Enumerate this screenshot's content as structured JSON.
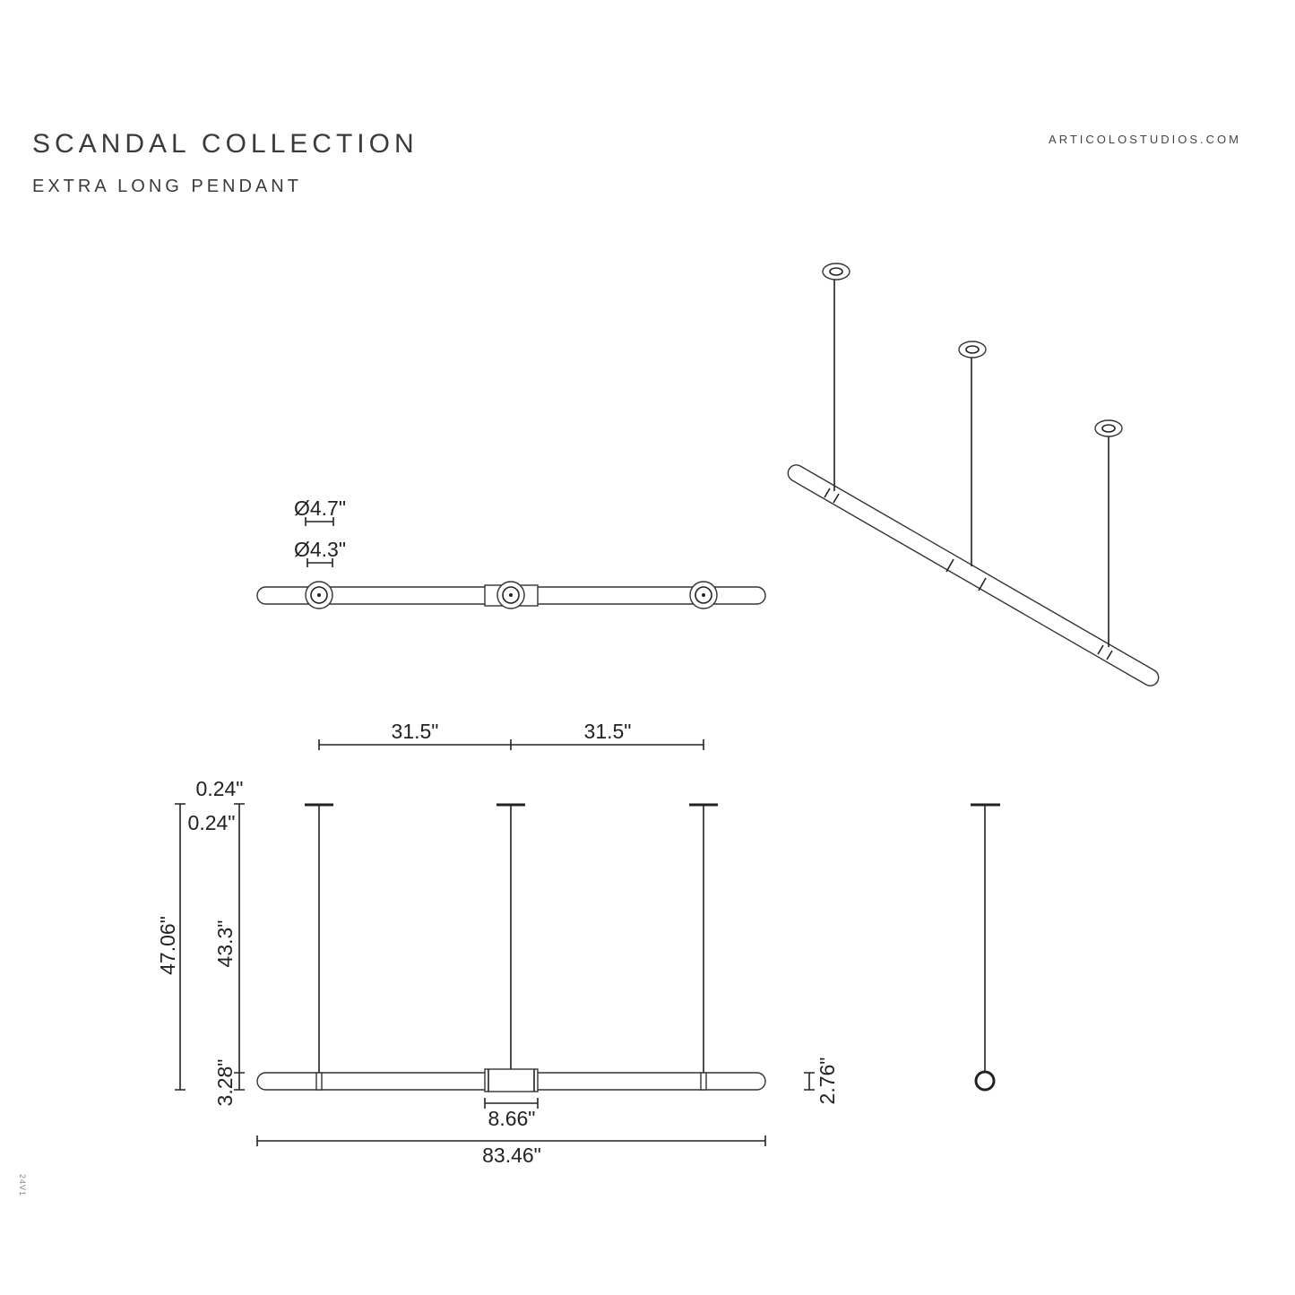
{
  "header": {
    "title": "SCANDAL COLLECTION",
    "subtitle": "EXTRA LONG PENDANT",
    "website": "ARTICOLOSTUDIOS.COM"
  },
  "revision": "24V1",
  "dimensions": {
    "canopy_diameter": "Ø4.7\"",
    "tube_diameter": "Ø4.3\"",
    "spacing_left": "31.5\"",
    "spacing_right": "31.5\"",
    "canopy_thickness_a": "0.24\"",
    "canopy_thickness_b": "0.24\"",
    "overall_height": "47.06\"",
    "stem_length": "43.3\"",
    "tube_height": "3.28\"",
    "tube_body": "2.76\"",
    "connector_width": "8.66\"",
    "overall_length": "83.46\""
  }
}
